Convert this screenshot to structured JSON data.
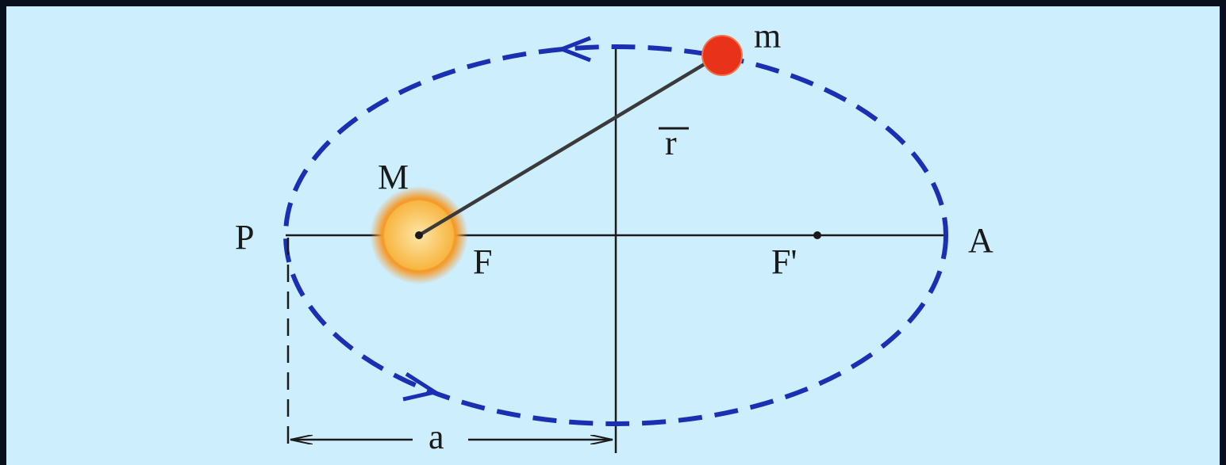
{
  "diagram": {
    "labels": {
      "mass_small": "m",
      "mass_large": "M",
      "radius_vector": "r",
      "focus": "F",
      "other_focus": "F'",
      "perihelion": "P",
      "aphelion": "A",
      "semi_major_axis": "a"
    },
    "colors": {
      "background": "#cdeefd",
      "frame": "#0a0f1e",
      "orbit": "#1b2fb3",
      "planet": "#e8321a",
      "sun_core": "#f6b13a",
      "sun_glow": "#f59a2a",
      "lines": "#1a1a1a",
      "vector": "#3a3a3a"
    },
    "icons": {
      "planet": "planet-dot-icon",
      "sun": "sun-glow-icon"
    }
  }
}
